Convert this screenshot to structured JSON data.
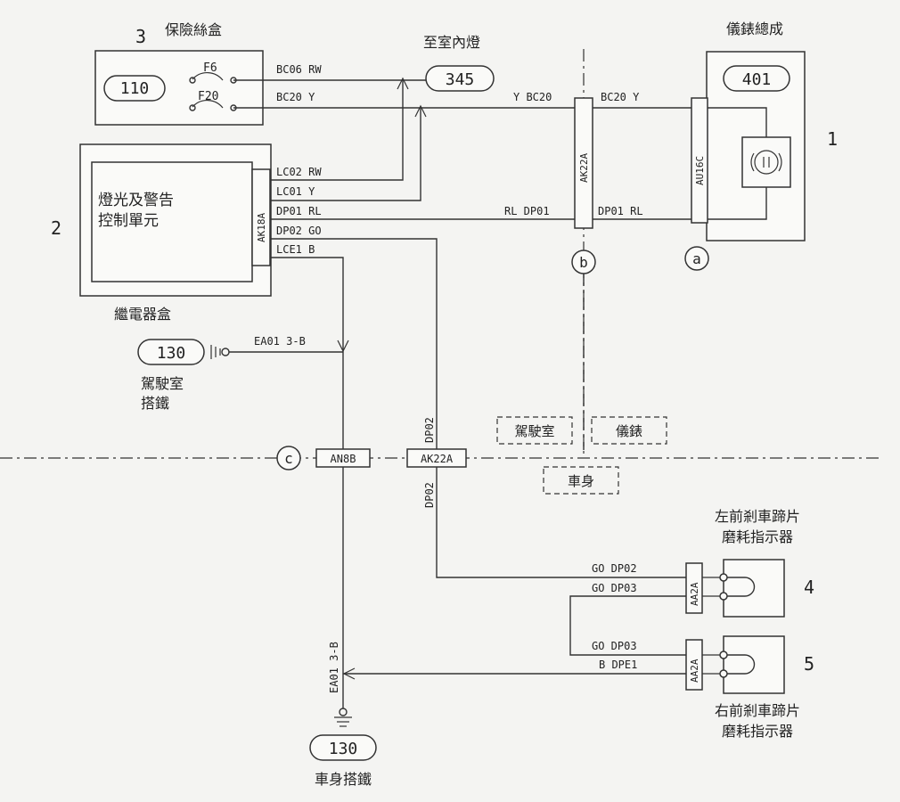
{
  "components": {
    "fuse_box": {
      "number": "3",
      "title": "保險絲盒",
      "code": "110",
      "fuse1": "F6",
      "fuse2": "F20"
    },
    "relay_unit": {
      "number": "2",
      "line1": "燈光及警告",
      "line2": "控制單元",
      "caption": "繼電器盒",
      "connector": "AK18A"
    },
    "instrument_cluster": {
      "number": "1",
      "title": "儀錶總成",
      "code": "401",
      "connector": "AU16C",
      "marker": "a"
    },
    "interior_lamp": {
      "title": "至室內燈",
      "code": "345"
    },
    "cab_ground": {
      "code": "130",
      "line1": "駕駛室",
      "line2": "搭鐵"
    },
    "body_ground": {
      "code": "130",
      "label": "車身搭鐵"
    },
    "left_pad_sensor": {
      "number": "4",
      "line1": "左前剎車蹄片",
      "line2": "磨耗指示器",
      "connector": "AA2A"
    },
    "right_pad_sensor": {
      "number": "5",
      "line1": "右前剎車蹄片",
      "line2": "磨耗指示器",
      "connector": "AA2A"
    }
  },
  "connectors": {
    "ak22a_top": {
      "code": "AK22A",
      "marker": "b"
    },
    "an8b": {
      "code": "AN8B",
      "marker": "c"
    },
    "ak22a_bottom": {
      "code": "AK22A"
    }
  },
  "zones": {
    "cab": "駕駛室",
    "instrument": "儀錶",
    "body": "車身"
  },
  "wires": {
    "bc06": "BC06 RW",
    "bc20": "BC20 Y",
    "lc02": "LC02 RW",
    "lc01": "LC01 Y",
    "dp01": "DP01 RL",
    "dp02": "DP02 GO",
    "lce1": "LCE1 B",
    "ea01_cab": "EA01 3-B",
    "y_bc20": "Y BC20",
    "bc20_y": "BC20 Y",
    "rl_dp01": "RL DP01",
    "dp01_rl": "DP01 RL",
    "dp02_upper": "DP02",
    "dp02_lower": "DP02",
    "go_dp02": "GO DP02",
    "go_dp03_a": "GO DP03",
    "go_dp03_b": "GO DP03",
    "b_dpe1": "B DPE1",
    "ea01_body": "EA01 3-B"
  }
}
